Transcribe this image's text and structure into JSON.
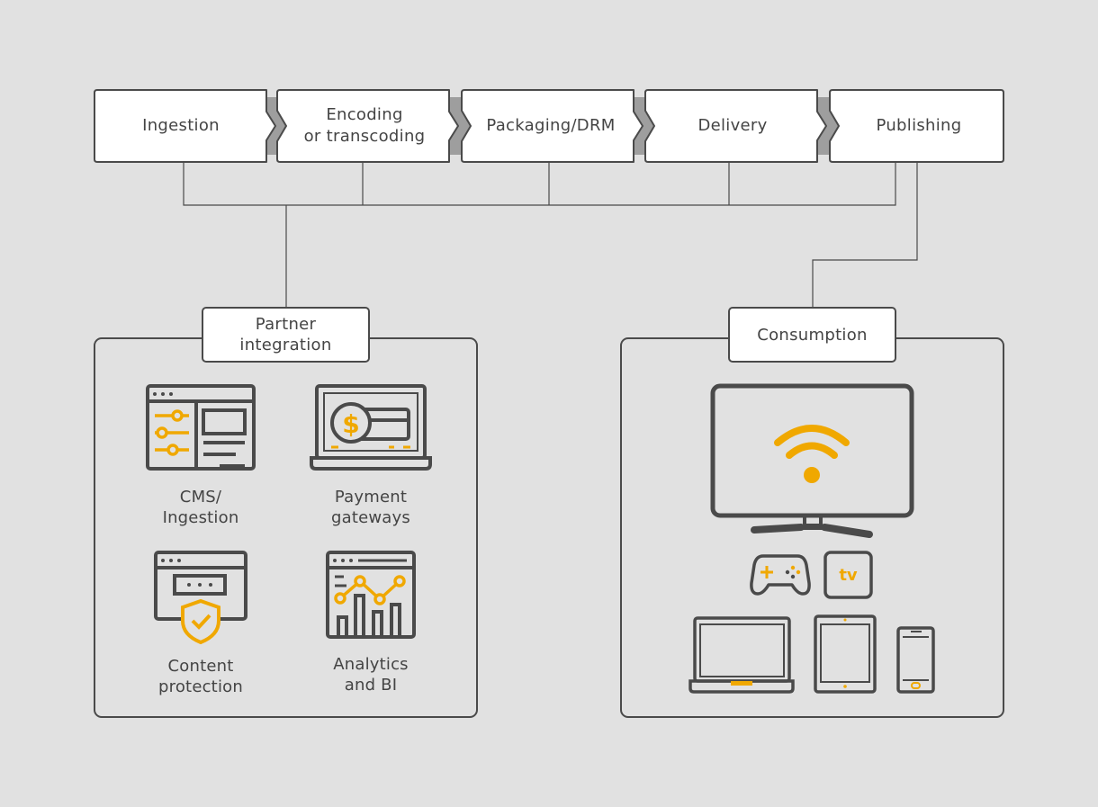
{
  "pipeline": {
    "steps": [
      {
        "label": "Ingestion"
      },
      {
        "label": "Encoding\nor transcoding"
      },
      {
        "label": "Packaging/DRM"
      },
      {
        "label": "Delivery"
      },
      {
        "label": "Publishing"
      }
    ]
  },
  "partner": {
    "title": "Partner\nintegration",
    "items": [
      {
        "label": "CMS/\nIngestion",
        "icon": "cms-settings-icon"
      },
      {
        "label": "Payment\ngateways",
        "icon": "payment-laptop-icon"
      },
      {
        "label": "Content\nprotection",
        "icon": "shield-check-icon"
      },
      {
        "label": "Analytics\nand BI",
        "icon": "analytics-chart-icon"
      }
    ]
  },
  "consumption": {
    "title": "Consumption",
    "tv_badge": "tv",
    "devices": [
      "tv-wifi-icon",
      "gamepad-icon",
      "apple-tv-icon",
      "laptop-icon",
      "tablet-icon",
      "smartphone-icon"
    ]
  },
  "colors": {
    "accent": "#f0a800",
    "stroke": "#4a4a4a",
    "background": "#e1e1e1",
    "box": "#ffffff"
  }
}
